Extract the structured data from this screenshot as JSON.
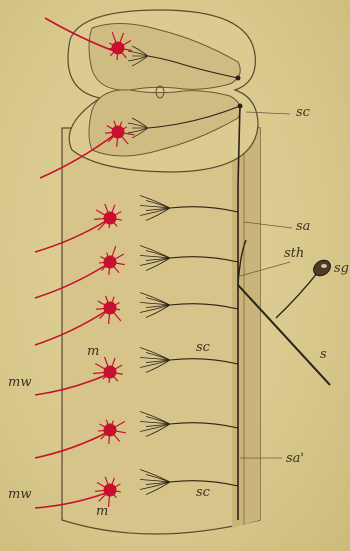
{
  "figure": {
    "colors": {
      "paper": "#d9c98e",
      "outline": "#5a4a30",
      "neuron_red": "#c8102e",
      "fiber_dark": "#2a2218",
      "column_shade": "#c9b47a"
    },
    "labels": {
      "sc_top": "sc",
      "sa": "sa",
      "sth": "sth",
      "sg": "sg",
      "s": "s",
      "m_upper": "m",
      "sc_mid": "sc",
      "mw_upper": "mw",
      "sa_prime": "sa'",
      "mw_lower": "mw",
      "sc_low": "sc",
      "m_lower": "m"
    }
  }
}
